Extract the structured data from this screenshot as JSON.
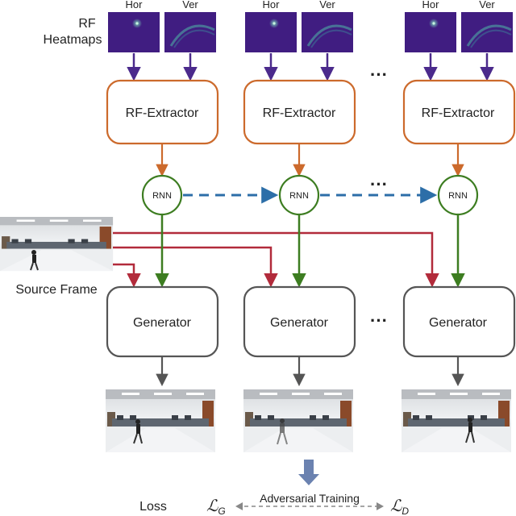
{
  "labels": {
    "rf_heatmaps_line1": "RF",
    "rf_heatmaps_line2": "Heatmaps",
    "hor": "Hor",
    "ver": "Ver",
    "rf_extractor": "RF-Extractor",
    "rnn": "RNN",
    "generator": "Generator",
    "source_frame": "Source Frame",
    "loss": "Loss",
    "adversarial_training": "Adversarial Training",
    "ellipsis": "···",
    "loss_g_letter": "ℒ",
    "loss_g_sub": "G",
    "loss_d_letter": "ℒ",
    "loss_d_sub": "D"
  },
  "colors": {
    "extractor_border": "#cc6a2c",
    "rnn_border": "#3d7d21",
    "recurrent_arrow": "#2c6ea8",
    "source_arrow": "#b22b3b",
    "generator_border": "#555555",
    "heatmap_bg": "#3b1a7a",
    "down_arrow": "#6b82b0"
  }
}
